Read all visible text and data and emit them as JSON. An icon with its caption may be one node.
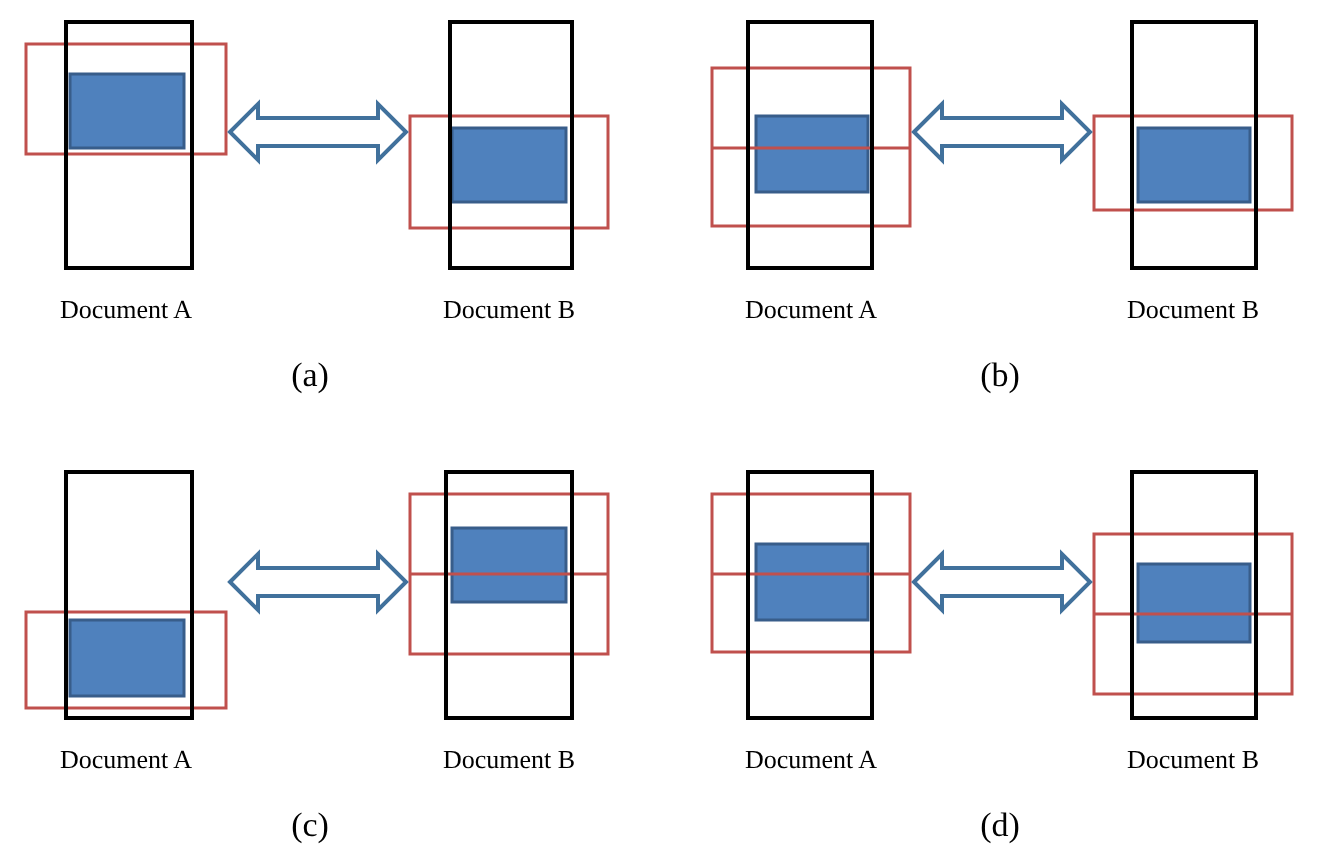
{
  "diagram": {
    "nodes": [
      {
        "text": [
          "Document A"
        ]
      },
      {
        "text": [
          "Document B"
        ]
      },
      {
        "text": [
          "Document A"
        ]
      },
      {
        "text": [
          "Document B"
        ]
      },
      {
        "text": [
          "Document A"
        ]
      },
      {
        "text": [
          "Document B"
        ]
      },
      {
        "text": [
          "Document A"
        ]
      },
      {
        "text": [
          "Document B"
        ]
      }
    ],
    "edges": [
      {
        "from": 0,
        "to": 1,
        "arrow": "both"
      },
      {
        "from": 2,
        "to": 3,
        "arrow": "both"
      },
      {
        "from": 4,
        "to": 5,
        "arrow": "both"
      },
      {
        "from": 6,
        "to": 7,
        "arrow": "both"
      }
    ],
    "labels": [
      "(a)",
      "(b)",
      "(c)",
      "(d)"
    ]
  }
}
